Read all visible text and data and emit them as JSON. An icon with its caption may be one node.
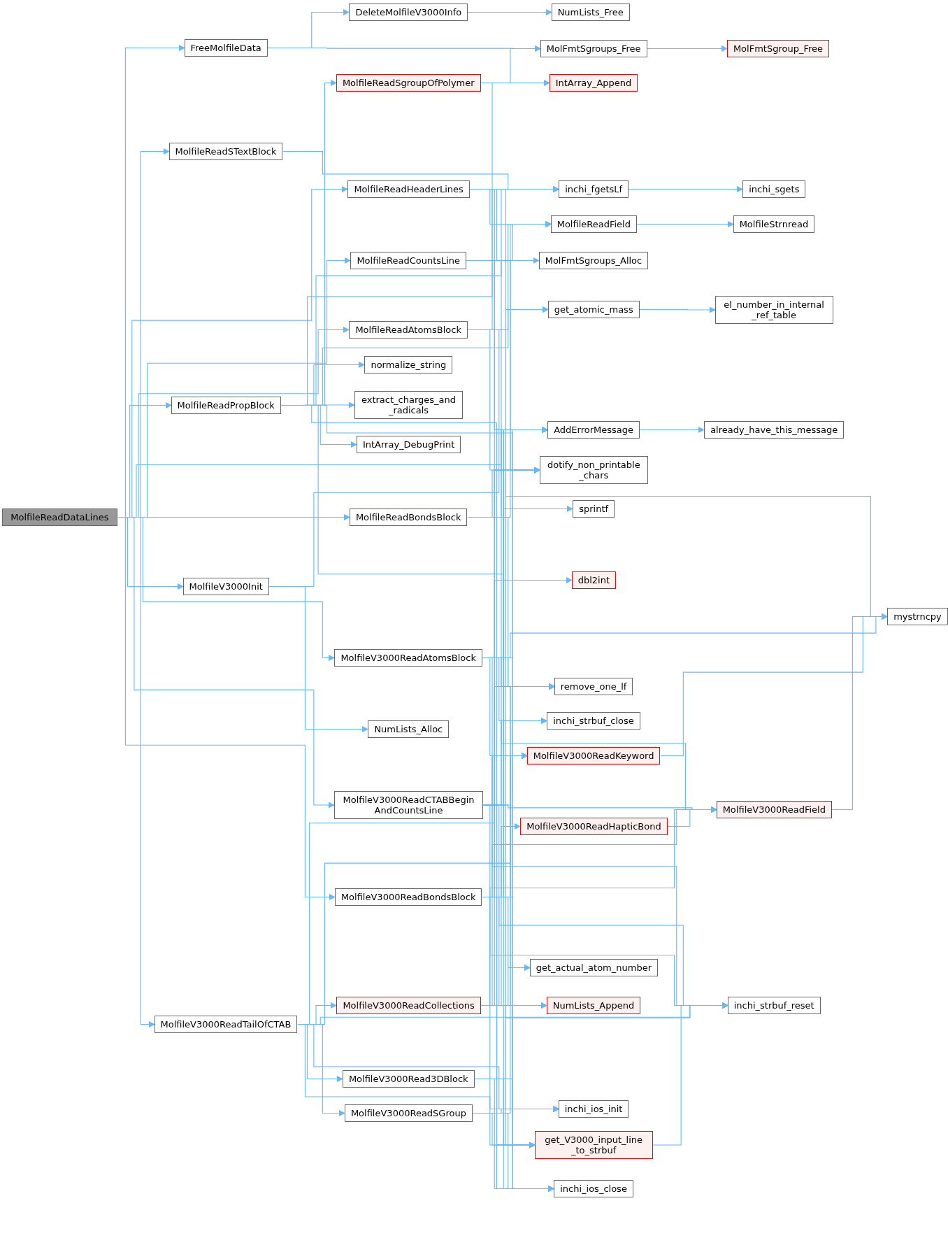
{
  "diagram": {
    "nodes": [
      {
        "text": [
          "MolfileReadDataLines"
        ]
      },
      {
        "text": [
          "FreeMolfileData"
        ]
      },
      {
        "text": [
          "MolfileReadSTextBlock"
        ]
      },
      {
        "text": [
          "MolfileReadPropBlock"
        ]
      },
      {
        "text": [
          "MolfileV3000Init"
        ]
      },
      {
        "text": [
          "MolfileV3000ReadTailOfCTAB"
        ]
      },
      {
        "text": [
          "DeleteMolfileV3000Info"
        ]
      },
      {
        "text": [
          "MolfileReadSgroupOfPolymer"
        ]
      },
      {
        "text": [
          "MolfileReadHeaderLines"
        ]
      },
      {
        "text": [
          "MolfileReadCountsLine"
        ]
      },
      {
        "text": [
          "MolfileReadAtomsBlock"
        ]
      },
      {
        "text": [
          "normalize_string"
        ]
      },
      {
        "text": [
          "extract_charges_and _radicals"
        ]
      },
      {
        "text": [
          "IntArray_DebugPrint"
        ]
      },
      {
        "text": [
          "MolfileReadBondsBlock"
        ]
      },
      {
        "text": [
          "MolfileV3000ReadAtomsBlock"
        ]
      },
      {
        "text": [
          "NumLists_Alloc"
        ]
      },
      {
        "text": [
          "MolfileV3000ReadCTABBegin AndCountsLine"
        ]
      },
      {
        "text": [
          "MolfileV3000ReadBondsBlock"
        ]
      },
      {
        "text": [
          "MolfileV3000ReadCollections"
        ]
      },
      {
        "text": [
          "MolfileV3000Read3DBlock"
        ]
      },
      {
        "text": [
          "MolfileV3000ReadSGroup"
        ]
      },
      {
        "text": [
          "NumLists_Free"
        ]
      },
      {
        "text": [
          "MolFmtSgroups_Free"
        ]
      },
      {
        "text": [
          "IntArray_Append"
        ]
      },
      {
        "text": [
          "inchi_fgetsLf"
        ]
      },
      {
        "text": [
          "MolfileReadField"
        ]
      },
      {
        "text": [
          "MolFmtSgroups_Alloc"
        ]
      },
      {
        "text": [
          "get_atomic_mass"
        ]
      },
      {
        "text": [
          "AddErrorMessage"
        ]
      },
      {
        "text": [
          "dotify_non_printable _chars"
        ]
      },
      {
        "text": [
          "sprintf"
        ]
      },
      {
        "text": [
          "dbl2int"
        ]
      },
      {
        "text": [
          "remove_one_lf"
        ]
      },
      {
        "text": [
          "inchi_strbuf_close"
        ]
      },
      {
        "text": [
          "MolfileV3000ReadKeyword"
        ]
      },
      {
        "text": [
          "MolfileV3000ReadHapticBond"
        ]
      },
      {
        "text": [
          "get_actual_atom_number"
        ]
      },
      {
        "text": [
          "NumLists_Append"
        ]
      },
      {
        "text": [
          "inchi_ios_init"
        ]
      },
      {
        "text": [
          "get_V3000_input_line _to_strbuf"
        ]
      },
      {
        "text": [
          "inchi_ios_close"
        ]
      },
      {
        "text": [
          "MolFmtSgroup_Free"
        ]
      },
      {
        "text": [
          "inchi_sgets"
        ]
      },
      {
        "text": [
          "MolfileStrnread"
        ]
      },
      {
        "text": [
          "el_number_in_internal _ref_table"
        ]
      },
      {
        "text": [
          "already_have_this_message"
        ]
      },
      {
        "text": [
          "MolfileV3000ReadField"
        ]
      },
      {
        "text": [
          "inchi_strbuf_reset"
        ]
      },
      {
        "text": [
          "mystrncpy"
        ]
      }
    ],
    "edges": [
      {
        "from": 0,
        "to": 1,
        "arrow": "to"
      },
      {
        "from": 0,
        "to": 2,
        "arrow": "to"
      },
      {
        "from": 0,
        "to": 8,
        "arrow": "to"
      },
      {
        "from": 0,
        "to": 9,
        "arrow": "to"
      },
      {
        "from": 0,
        "to": 10,
        "arrow": "to"
      },
      {
        "from": 0,
        "to": 3,
        "arrow": "to"
      },
      {
        "from": 0,
        "to": 14,
        "arrow": "to"
      },
      {
        "from": 0,
        "to": 29,
        "arrow": "to"
      },
      {
        "from": 0,
        "to": 4,
        "arrow": "to"
      },
      {
        "from": 0,
        "to": 15,
        "arrow": "to"
      },
      {
        "from": 0,
        "to": 17,
        "arrow": "to"
      },
      {
        "from": 0,
        "to": 18,
        "arrow": "to"
      },
      {
        "from": 0,
        "to": 5,
        "arrow": "to"
      },
      {
        "from": 1,
        "to": 6,
        "arrow": "to"
      },
      {
        "from": 1,
        "to": 23,
        "arrow": "to"
      },
      {
        "from": 6,
        "to": 22,
        "arrow": "to"
      },
      {
        "from": 23,
        "to": 42,
        "arrow": "to"
      },
      {
        "from": 7,
        "to": 23,
        "arrow": "to"
      },
      {
        "from": 7,
        "to": 24,
        "arrow": "to"
      },
      {
        "from": 7,
        "to": 26,
        "arrow": "to"
      },
      {
        "from": 2,
        "to": 25,
        "arrow": "to"
      },
      {
        "from": 8,
        "to": 25,
        "arrow": "to"
      },
      {
        "from": 8,
        "to": 26,
        "arrow": "to"
      },
      {
        "from": 8,
        "to": 33,
        "arrow": "to"
      },
      {
        "from": 9,
        "to": 25,
        "arrow": "to"
      },
      {
        "from": 9,
        "to": 26,
        "arrow": "to"
      },
      {
        "from": 9,
        "to": 27,
        "arrow": "to"
      },
      {
        "from": 9,
        "to": 29,
        "arrow": "to"
      },
      {
        "from": 9,
        "to": 30,
        "arrow": "to"
      },
      {
        "from": 9,
        "to": 33,
        "arrow": "to"
      },
      {
        "from": 10,
        "to": 25,
        "arrow": "to"
      },
      {
        "from": 10,
        "to": 26,
        "arrow": "to"
      },
      {
        "from": 10,
        "to": 29,
        "arrow": "to"
      },
      {
        "from": 10,
        "to": 30,
        "arrow": "to"
      },
      {
        "from": 10,
        "to": 49,
        "arrow": "to"
      },
      {
        "from": 25,
        "to": 43,
        "arrow": "to"
      },
      {
        "from": 26,
        "to": 44,
        "arrow": "to"
      },
      {
        "from": 28,
        "to": 45,
        "arrow": "to"
      },
      {
        "from": 29,
        "to": 46,
        "arrow": "to"
      },
      {
        "from": 3,
        "to": 7,
        "arrow": "to"
      },
      {
        "from": 3,
        "to": 25,
        "arrow": "to"
      },
      {
        "from": 3,
        "to": 26,
        "arrow": "to"
      },
      {
        "from": 3,
        "to": 28,
        "arrow": "to"
      },
      {
        "from": 3,
        "to": 11,
        "arrow": "to"
      },
      {
        "from": 3,
        "to": 12,
        "arrow": "to"
      },
      {
        "from": 3,
        "to": 13,
        "arrow": "to"
      },
      {
        "from": 3,
        "to": 29,
        "arrow": "to"
      },
      {
        "from": 3,
        "to": 30,
        "arrow": "to"
      },
      {
        "from": 3,
        "to": 33,
        "arrow": "to"
      },
      {
        "from": 14,
        "to": 25,
        "arrow": "to"
      },
      {
        "from": 14,
        "to": 26,
        "arrow": "to"
      },
      {
        "from": 14,
        "to": 29,
        "arrow": "to"
      },
      {
        "from": 14,
        "to": 30,
        "arrow": "to"
      },
      {
        "from": 14,
        "to": 33,
        "arrow": "to"
      },
      {
        "from": 4,
        "to": 29,
        "arrow": "to"
      },
      {
        "from": 4,
        "to": 16,
        "arrow": "to"
      },
      {
        "from": 15,
        "to": 28,
        "arrow": "to"
      },
      {
        "from": 15,
        "to": 29,
        "arrow": "to"
      },
      {
        "from": 15,
        "to": 30,
        "arrow": "to"
      },
      {
        "from": 15,
        "to": 31,
        "arrow": "to"
      },
      {
        "from": 15,
        "to": 32,
        "arrow": "to"
      },
      {
        "from": 15,
        "to": 49,
        "arrow": "to"
      },
      {
        "from": 15,
        "to": 47,
        "arrow": "to"
      },
      {
        "from": 15,
        "to": 48,
        "arrow": "to"
      },
      {
        "from": 15,
        "to": 33,
        "arrow": "to"
      },
      {
        "from": 15,
        "to": 34,
        "arrow": "to"
      },
      {
        "from": 15,
        "to": 35,
        "arrow": "to"
      },
      {
        "from": 15,
        "to": 39,
        "arrow": "to"
      },
      {
        "from": 15,
        "to": 40,
        "arrow": "to"
      },
      {
        "from": 15,
        "to": 41,
        "arrow": "to"
      },
      {
        "from": 17,
        "to": 29,
        "arrow": "to"
      },
      {
        "from": 17,
        "to": 30,
        "arrow": "to"
      },
      {
        "from": 17,
        "to": 33,
        "arrow": "to"
      },
      {
        "from": 17,
        "to": 34,
        "arrow": "to"
      },
      {
        "from": 17,
        "to": 35,
        "arrow": "to"
      },
      {
        "from": 17,
        "to": 47,
        "arrow": "to"
      },
      {
        "from": 17,
        "to": 48,
        "arrow": "to"
      },
      {
        "from": 17,
        "to": 39,
        "arrow": "to"
      },
      {
        "from": 17,
        "to": 40,
        "arrow": "to"
      },
      {
        "from": 17,
        "to": 41,
        "arrow": "to"
      },
      {
        "from": 18,
        "to": 29,
        "arrow": "to"
      },
      {
        "from": 18,
        "to": 30,
        "arrow": "to"
      },
      {
        "from": 18,
        "to": 33,
        "arrow": "to"
      },
      {
        "from": 18,
        "to": 35,
        "arrow": "to"
      },
      {
        "from": 18,
        "to": 36,
        "arrow": "to"
      },
      {
        "from": 18,
        "to": 47,
        "arrow": "to"
      },
      {
        "from": 18,
        "to": 37,
        "arrow": "to"
      },
      {
        "from": 18,
        "to": 38,
        "arrow": "to"
      },
      {
        "from": 18,
        "to": 48,
        "arrow": "to"
      },
      {
        "from": 18,
        "to": 39,
        "arrow": "to"
      },
      {
        "from": 18,
        "to": 40,
        "arrow": "to"
      },
      {
        "from": 18,
        "to": 41,
        "arrow": "to"
      },
      {
        "from": 19,
        "to": 29,
        "arrow": "to"
      },
      {
        "from": 19,
        "to": 30,
        "arrow": "to"
      },
      {
        "from": 19,
        "to": 33,
        "arrow": "to"
      },
      {
        "from": 19,
        "to": 34,
        "arrow": "to"
      },
      {
        "from": 19,
        "to": 35,
        "arrow": "to"
      },
      {
        "from": 19,
        "to": 37,
        "arrow": "to"
      },
      {
        "from": 19,
        "to": 38,
        "arrow": "to"
      },
      {
        "from": 19,
        "to": 47,
        "arrow": "to"
      },
      {
        "from": 19,
        "to": 48,
        "arrow": "to"
      },
      {
        "from": 19,
        "to": 39,
        "arrow": "to"
      },
      {
        "from": 19,
        "to": 40,
        "arrow": "to"
      },
      {
        "from": 19,
        "to": 41,
        "arrow": "to"
      },
      {
        "from": 5,
        "to": 33,
        "arrow": "to"
      },
      {
        "from": 5,
        "to": 35,
        "arrow": "to"
      },
      {
        "from": 5,
        "to": 19,
        "arrow": "to"
      },
      {
        "from": 5,
        "to": 20,
        "arrow": "to"
      },
      {
        "from": 5,
        "to": 21,
        "arrow": "to"
      },
      {
        "from": 5,
        "to": 39,
        "arrow": "to"
      },
      {
        "from": 5,
        "to": 40,
        "arrow": "to"
      },
      {
        "from": 5,
        "to": 48,
        "arrow": "to"
      },
      {
        "from": 20,
        "to": 35,
        "arrow": "to"
      },
      {
        "from": 20,
        "to": 39,
        "arrow": "to"
      },
      {
        "from": 20,
        "to": 40,
        "arrow": "to"
      },
      {
        "from": 20,
        "to": 41,
        "arrow": "to"
      },
      {
        "from": 21,
        "to": 35,
        "arrow": "to"
      },
      {
        "from": 21,
        "to": 39,
        "arrow": "to"
      },
      {
        "from": 21,
        "to": 40,
        "arrow": "to"
      },
      {
        "from": 21,
        "to": 41,
        "arrow": "to"
      },
      {
        "from": 35,
        "to": 49,
        "arrow": "to"
      },
      {
        "from": 47,
        "to": 49,
        "arrow": "to"
      },
      {
        "from": 36,
        "to": 47,
        "arrow": "to"
      },
      {
        "from": 40,
        "to": 48,
        "arrow": "to"
      }
    ]
  }
}
